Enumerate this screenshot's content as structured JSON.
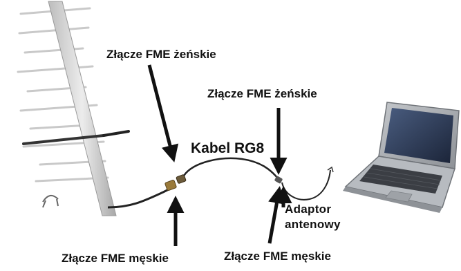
{
  "labels": {
    "female_connector_left": "Złącze FME żeńskie",
    "female_connector_right": "Złącze FME żeńskie",
    "cable": "Kabel RG8",
    "male_connector_left": "Złącze FME męskie",
    "male_connector_right": "Złącze FME męskie",
    "adapter_line1": "Adaptor",
    "adapter_line2": "antenowy"
  },
  "colors": {
    "antenna": "#cfcfcf",
    "cable": "#222222",
    "arrow": "#111111",
    "laptop_body": "#a9adb2",
    "laptop_screen": "#2b3a55",
    "connector": "#9a7a3a"
  }
}
